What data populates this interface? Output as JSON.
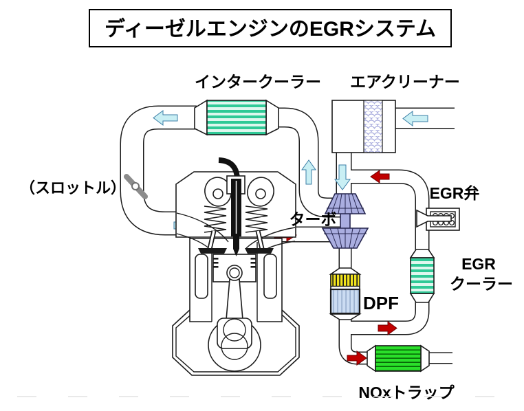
{
  "title": "ディーゼルエンジンのEGRシステム",
  "labels": {
    "intercooler": "インタークーラー",
    "air_cleaner": "エアクリーナー",
    "throttle": "（スロットル）",
    "turbo": "ターボ",
    "egr_valve": "EGR弁",
    "egr_cooler_line1": "EGR",
    "egr_cooler_line2": "クーラー",
    "dpf": "DPF",
    "nox_trap": "NOxトラップ"
  },
  "colors": {
    "intake_flow_arrow": "#c9eff4",
    "exhaust_flow_arrow": "#c00000",
    "cooler_core_stripe": "#2fc996",
    "turbo_wheel": "#aaaee0",
    "dpf_oxidation_catalyst": "#f2e31c",
    "dpf_filter": "#cbdcf2",
    "nox_trap_core": "#2adf2a",
    "air_filter_element": "#a9acde",
    "throttle_valve": "#8c8c8c"
  }
}
